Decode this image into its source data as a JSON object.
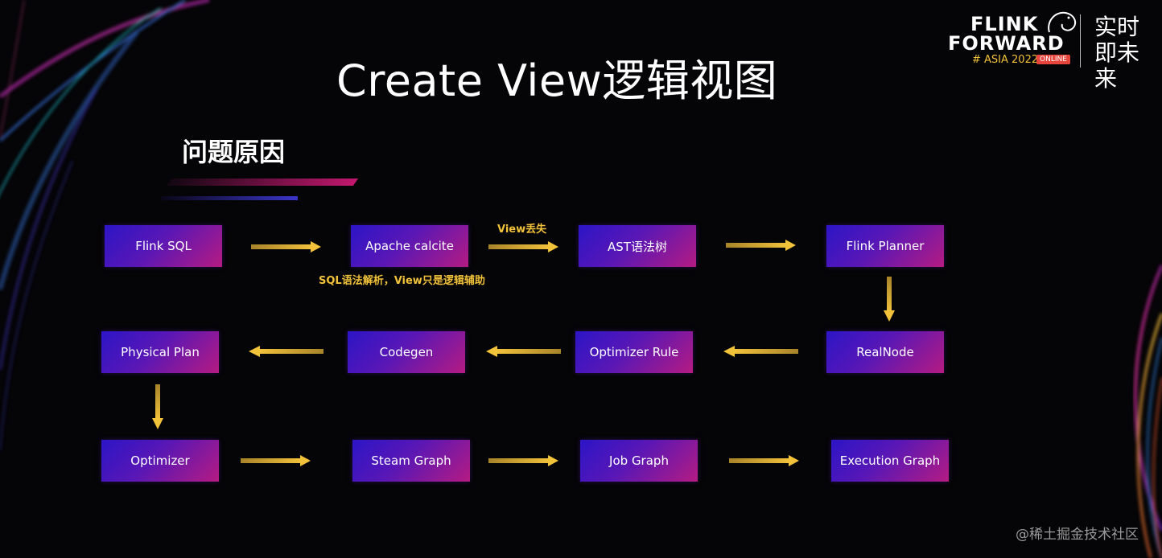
{
  "title": "Create View逻辑视图",
  "subtitle": "问题原因",
  "logo": {
    "line1": "FLINK",
    "line2": "FORWARD",
    "line3": "# ASIA 2022",
    "badge": "ONLINE",
    "cn": "实时即未来"
  },
  "nodes": {
    "flink_sql": "Flink SQL",
    "apache_calcite": "Apache calcite",
    "ast": "AST语法树",
    "flink_planner": "Flink Planner",
    "realnode": "RealNode",
    "optimizer_rule": "Optimizer Rule",
    "codegen": "Codegen",
    "physical_plan": "Physical Plan",
    "optimizer": "Optimizer",
    "steam_graph": "Steam Graph",
    "job_graph": "Job Graph",
    "execution_graph": "Execution Graph"
  },
  "labels": {
    "view_lost": "View丢失",
    "sql_parse": "SQL语法解析，View只是逻辑辅助"
  },
  "watermark": "@稀土掘金技术社区",
  "colors": {
    "arrow": "#f2c23b",
    "node_start": "#2c15c6",
    "node_end": "#b51b82",
    "background": "#050406"
  }
}
